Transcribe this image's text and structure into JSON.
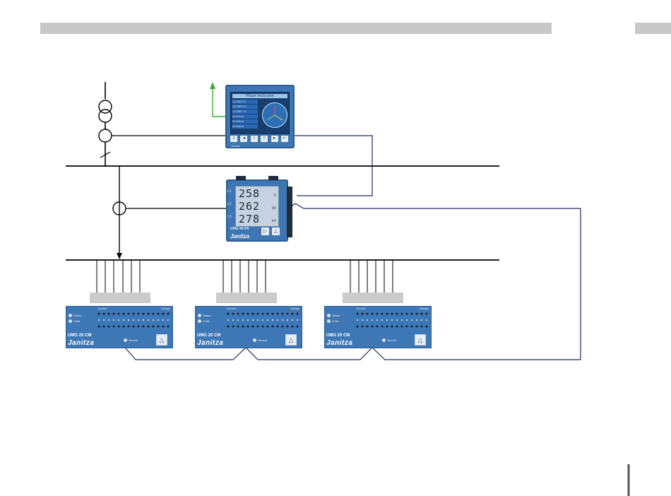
{
  "top_meter": {
    "title": "Phase Vectorame",
    "rows": [
      "L1  230.0 V",
      "L2  230.5 V",
      "L3  230.1 V",
      "I1  5.01 A",
      "I2  5.00 A",
      "I3  5.02 A"
    ],
    "keys": [
      "≡",
      "◄",
      "⇩",
      "⇧",
      "►",
      "↵"
    ],
    "brand": "Janitza"
  },
  "mid_meter": {
    "values": [
      "258",
      "262",
      "278"
    ],
    "units": [
      "V",
      "kV",
      "kV"
    ],
    "phase_labels": [
      "L1",
      "L2",
      "L3"
    ],
    "model": "UMG 96 PA",
    "brand": "Janitza",
    "button_play": "▷",
    "button_warn": "△"
  },
  "modules": [
    {
      "model": "UMG 20 CM",
      "brand": "Janitza",
      "status": "Status",
      "com": "COM",
      "current": "Current",
      "voltage": "Voltage",
      "service": "Service",
      "warn": "△"
    },
    {
      "model": "UMG 20 CM",
      "brand": "Janitza",
      "status": "Status",
      "com": "COM",
      "current": "Current",
      "voltage": "Voltage",
      "service": "Service",
      "warn": "△"
    },
    {
      "model": "UMG 20 CM",
      "brand": "Janitza",
      "status": "Status",
      "com": "COM",
      "current": "Current",
      "voltage": "Voltage",
      "service": "Service",
      "warn": "△"
    }
  ],
  "colors": {
    "bus_line": "#1d2d57",
    "arrow_green": "#3daa36",
    "device_blue": "#3e77b6",
    "header_bar": "#c8c8c8"
  }
}
